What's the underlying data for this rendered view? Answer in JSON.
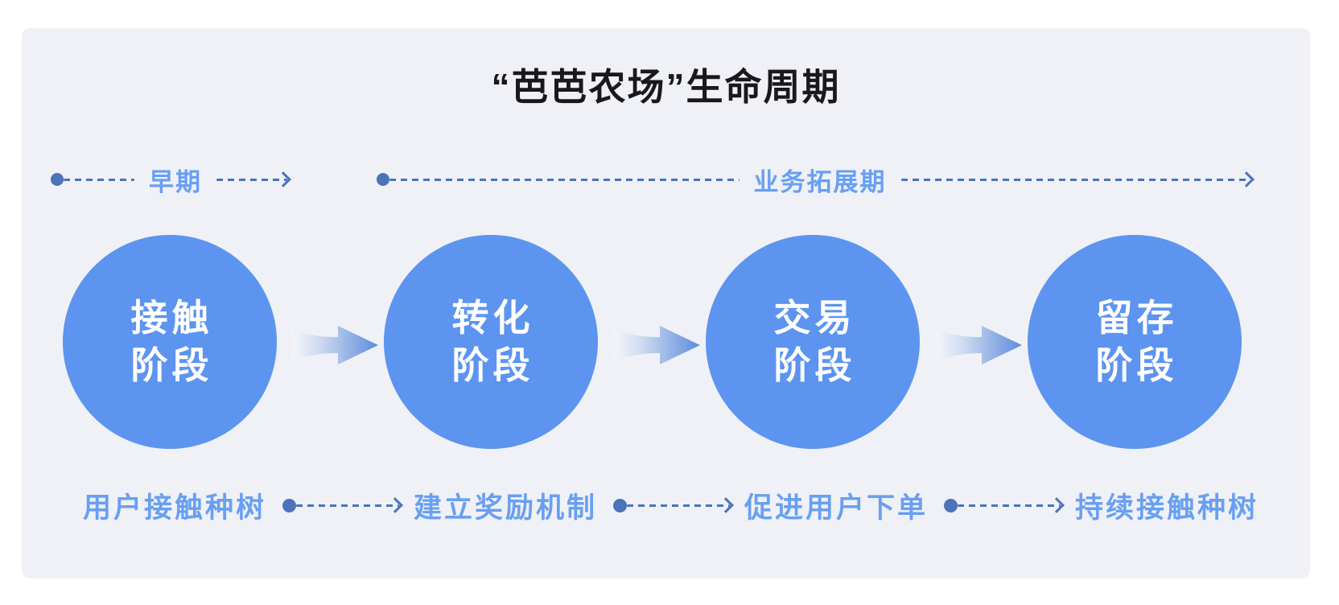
{
  "title": "“芭芭农场”生命周期",
  "timelines": {
    "early": {
      "label": "早期"
    },
    "expansion": {
      "label": "业务拓展期"
    }
  },
  "stages": [
    {
      "line1": "接触",
      "line2": "阶段",
      "note": "用户接触种树"
    },
    {
      "line1": "转化",
      "line2": "阶段",
      "note": "建立奖励机制"
    },
    {
      "line1": "交易",
      "line2": "阶段",
      "note": "促进用户下单"
    },
    {
      "line1": "留存",
      "line2": "阶段",
      "note": "持续接触种树"
    }
  ],
  "colors": {
    "card_background": "#eff1f6",
    "circle_fill": "#5c94f0",
    "circle_text": "#ffffff",
    "connector": "#4a73ba",
    "label_text": "#689ff3",
    "title_text": "#19191c",
    "arrow_gradient_start": "#f7f9fc",
    "arrow_gradient_end": "#5d8cdc"
  }
}
